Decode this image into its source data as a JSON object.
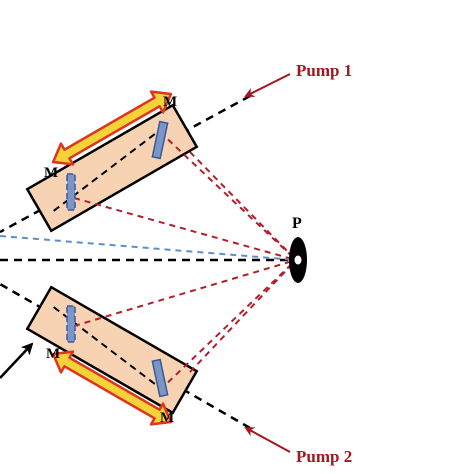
{
  "labels": {
    "pump1": "Pump 1",
    "pump2": "Pump 2",
    "point": "P",
    "mirror": "M"
  },
  "colors": {
    "pump_label": "#a01820",
    "pump_arrow": "#a01820",
    "beam_black": "#000000",
    "beam_red": "#b0202a",
    "beam_blue": "#5b8fc8",
    "stage_fill": "#f7d3b4",
    "stage_stroke": "#000000",
    "mirror_fill": "#7a96c8",
    "mirror_stroke": "#3a5a95",
    "translation_arrow_fill": "#f3d23a",
    "translation_arrow_stroke": "#e0341c",
    "target_ring": "#000000"
  }
}
